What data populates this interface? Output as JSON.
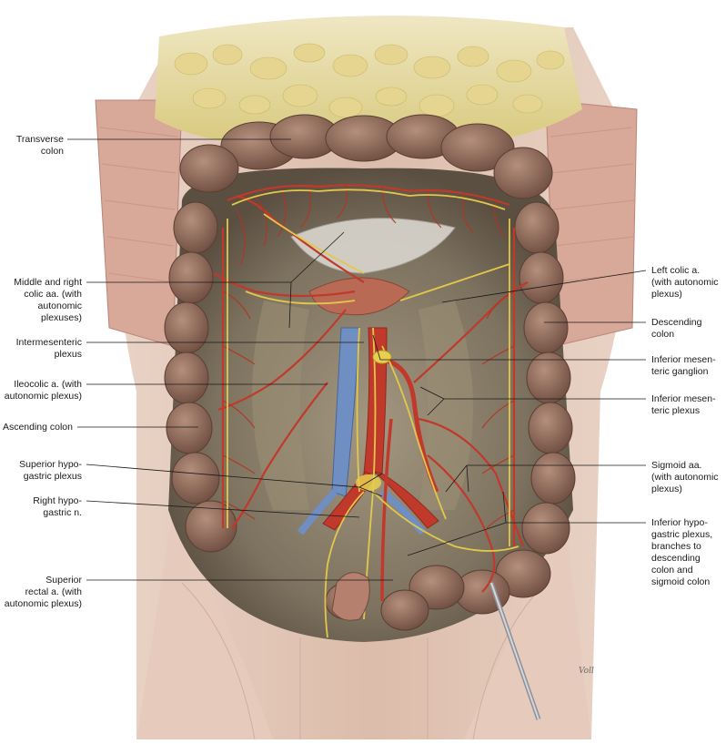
{
  "labels_left": {
    "transverse_colon": "Transverse\ncolon",
    "middle_right_colic": "Middle and right\ncolic aa. (with\nautonomic\nplexuses)",
    "intermesenteric": "Intermesenteric\nplexus",
    "ileocolic": "Ileocolic a. (with\nautonomic plexus)",
    "ascending_colon": "Ascending colon",
    "superior_hypogastric": "Superior hypo-\ngastric plexus",
    "right_hypogastric": "Right hypo-\ngastric n.",
    "superior_rectal": "Superior\nrectal a. (with\nautonomic plexus)"
  },
  "labels_right": {
    "left_colic": "Left colic a.\n(with autonomic\nplexus)",
    "descending_colon": "Descending\ncolon",
    "inferior_mesenteric_ganglion": "Inferior mesen-\nteric ganglion",
    "inferior_mesenteric_plexus": "Inferior mesen-\nteric plexus",
    "sigmoid": "Sigmoid aa.\n(with autonomic\nplexus)",
    "inferior_hypogastric": "Inferior hypo-\ngastric plexus,\nbranches to\ndescending\ncolon and\nsigmoid colon"
  },
  "artist_signature": "Voll",
  "colors": {
    "skin": "#d9b7a4",
    "muscle": "#c98f7e",
    "colon": "#8e6a5b",
    "fat": "#e8dc9c",
    "artery": "#c0392b",
    "vein": "#5f7fb3",
    "nerve": "#e2c84a",
    "background_cavity": "#8f8470"
  }
}
